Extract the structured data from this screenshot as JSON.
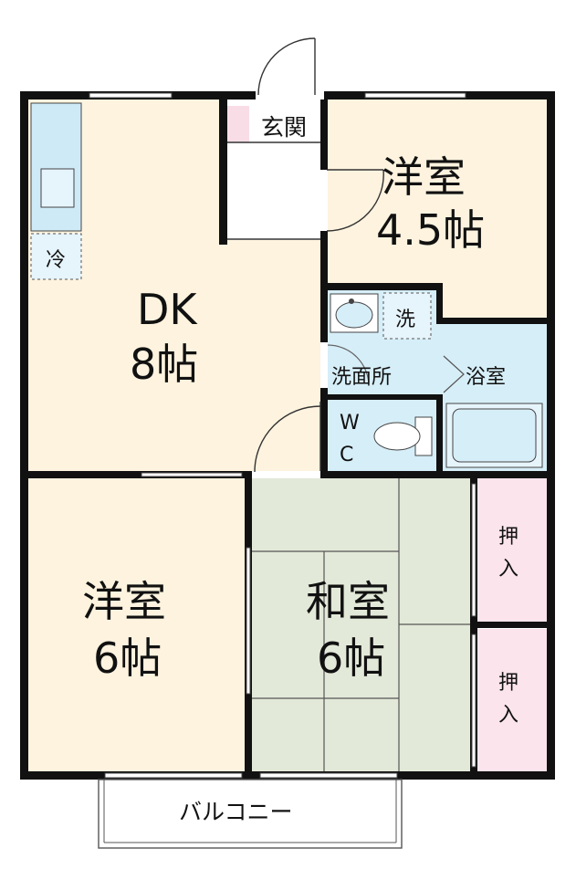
{
  "rooms": {
    "entrance": "玄関",
    "bedroom_small": {
      "name": "洋室",
      "size": "4.5帖"
    },
    "dk": {
      "name": "DK",
      "size": "8帖"
    },
    "bedroom_large": {
      "name": "洋室",
      "size": "6帖"
    },
    "washitsu": {
      "name": "和室",
      "size": "6帖"
    },
    "washroom": "洗面所",
    "bath": "浴室",
    "wc_top": "W",
    "wc_bottom": "C",
    "balcony": "バルコニー"
  },
  "fixtures": {
    "fridge": "冷",
    "washer": "洗",
    "closet_top": [
      "押",
      "入"
    ],
    "closet_bottom": [
      "押",
      "入"
    ]
  },
  "colors": {
    "wall": "#111111",
    "wood_floor": "#fdf3df",
    "tatami": "#e3e9d8",
    "wet_area": "#d6eef8",
    "closet": "#fbe4ec",
    "entrance_floor": "#f9dde6"
  }
}
